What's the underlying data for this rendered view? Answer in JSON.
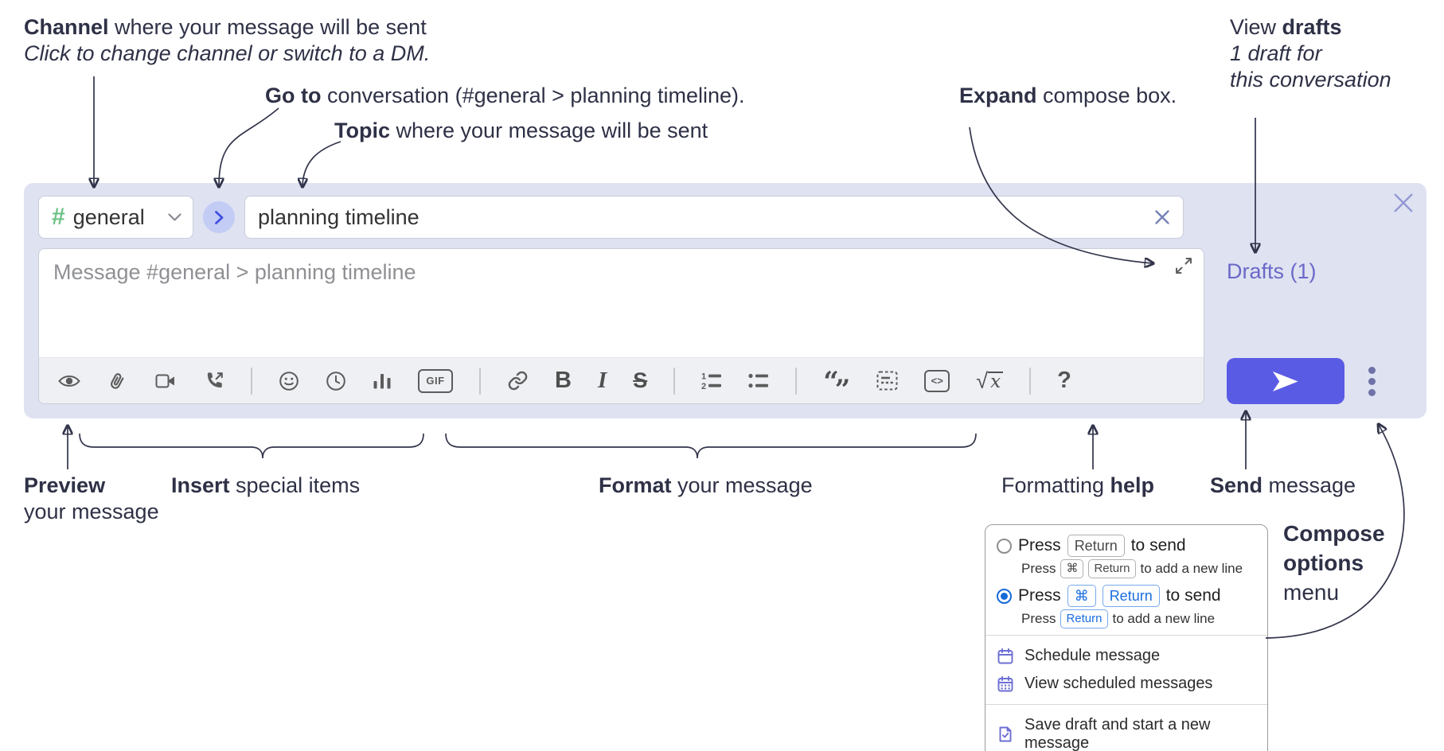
{
  "annotations": {
    "channel_line1_bold": "Channel",
    "channel_line1_rest": " where your message will be sent",
    "channel_line2": "Click to change channel or switch to a DM.",
    "goto_bold": "Go to",
    "goto_rest": " conversation (#general > planning timeline).",
    "topic_bold": "Topic",
    "topic_rest": " where your message will be sent",
    "expand_bold": "Expand",
    "expand_rest": " compose box.",
    "drafts_line1_pre": "View ",
    "drafts_line1_bold": "drafts",
    "drafts_line2": "1 draft for",
    "drafts_line3": "this conversation",
    "preview_bold": "Preview",
    "preview_line2": "your message",
    "insert_bold": "Insert",
    "insert_rest": " special items",
    "format_bold": "Format",
    "format_rest": " your message",
    "help_pre": "Formatting ",
    "help_bold": "help",
    "send_bold": "Send",
    "send_rest": " message",
    "compose_opts_line1": "Compose",
    "compose_opts_line2": "options",
    "compose_opts_line3": "menu"
  },
  "compose": {
    "channel": {
      "hash": "#",
      "name": "general"
    },
    "topic_value": "planning timeline",
    "message_placeholder": "Message #general > planning timeline",
    "drafts_link": "Drafts (1)",
    "toolbar_icons": [
      "preview",
      "attach-file",
      "start-video-call",
      "start-voice-call",
      "emoji",
      "add-global-time",
      "poll",
      "gif",
      "link",
      "bold",
      "italic",
      "strikethrough",
      "numbered-list",
      "bulleted-list",
      "quote",
      "spoiler",
      "code",
      "math",
      "message-formatting-help"
    ]
  },
  "glyphs": {
    "gif": "GIF",
    "bold": "B",
    "italic": "I",
    "strike": "S",
    "quote_open": "“",
    "quote_close": "”",
    "code": "<>",
    "sqrt": "√",
    "x": "x",
    "help": "?",
    "ol1": "1",
    "ol2": "2",
    "cmd": "⌘"
  },
  "popup": {
    "option_return": {
      "press": "Press",
      "key": "Return",
      "after": "to send",
      "sub_press": "Press",
      "sub_key1": "⌘",
      "sub_key2": "Return",
      "sub_after": "to add a new line"
    },
    "option_cmd_return": {
      "press": "Press",
      "key1": "⌘",
      "key2": "Return",
      "after": "to send",
      "sub_press": "Press",
      "sub_key": "Return",
      "sub_after": "to add a new line"
    },
    "menu_items": [
      {
        "label": "Schedule message",
        "icon": "calendar-schedule-icon"
      },
      {
        "label": "View scheduled messages",
        "icon": "calendar-view-icon"
      },
      {
        "label": "Save draft and start a new message",
        "icon": "save-draft-icon"
      }
    ]
  },
  "colors": {
    "panel_bg": "#dfe2f1",
    "send_button": "#5a5be4",
    "drafts_link": "#6b69c9",
    "channel_hash": "#6ec287",
    "goto_chevron": "#4150e0",
    "annotation_text": "#2e3146",
    "kbd_blue": "#1b6fe0",
    "menu_icon": "#6c6ed3",
    "radio_selected": "#1569d6"
  }
}
